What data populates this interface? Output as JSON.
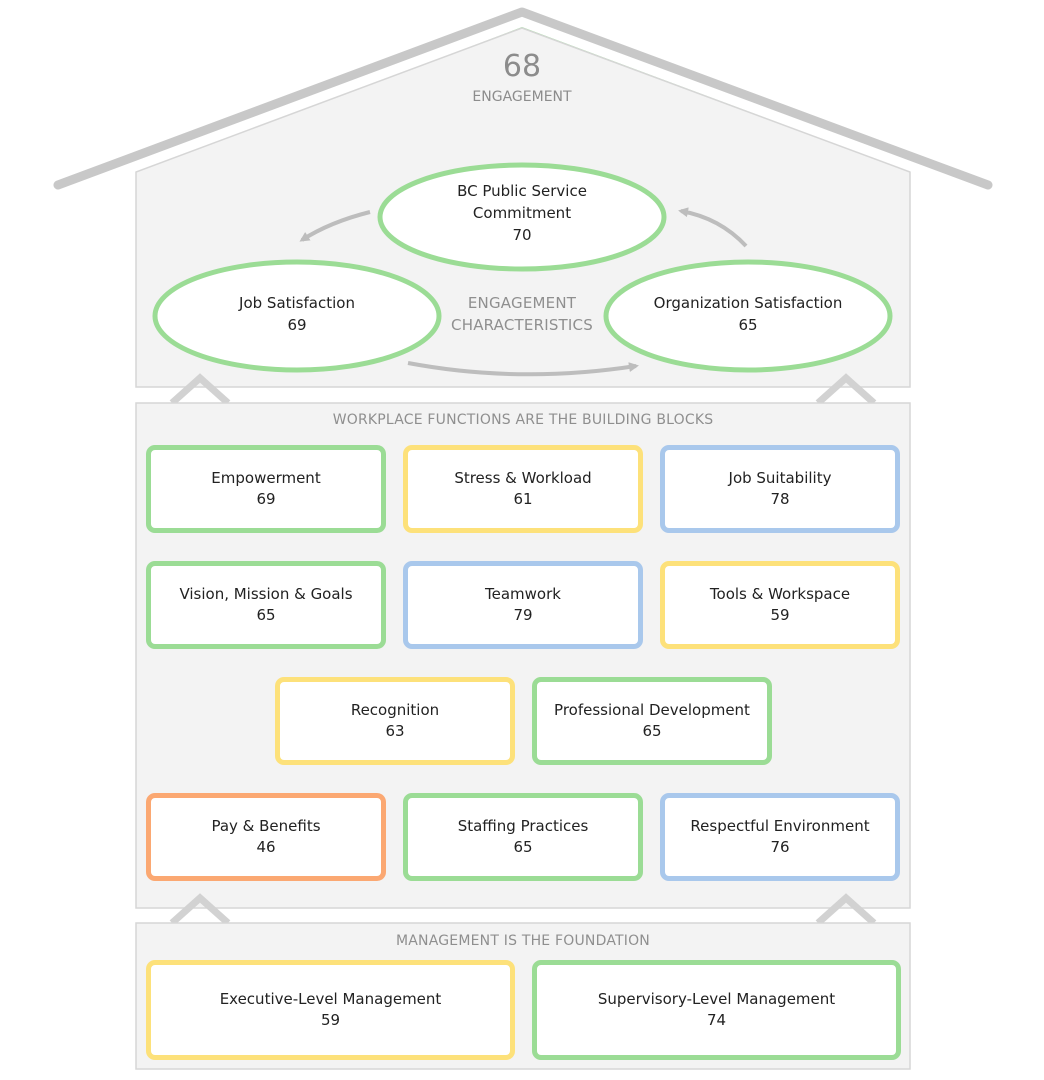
{
  "engagement": {
    "score": "68",
    "label": "ENGAGEMENT"
  },
  "characteristics": {
    "center_label_line1": "ENGAGEMENT",
    "center_label_line2": "CHARACTERISTICS",
    "commitment": {
      "label_line1": "BC Public Service",
      "label_line2": "Commitment",
      "score": "70"
    },
    "job_satisfaction": {
      "label": "Job Satisfaction",
      "score": "69"
    },
    "organization_satisfaction": {
      "label": "Organization Satisfaction",
      "score": "65"
    }
  },
  "workplace": {
    "heading": "WORKPLACE FUNCTIONS ARE THE BUILDING BLOCKS",
    "blocks": [
      {
        "label": "Empowerment",
        "score": "69",
        "color": "#9bdc95"
      },
      {
        "label": "Stress & Workload",
        "score": "61",
        "color": "#fde17a"
      },
      {
        "label": "Job Suitability",
        "score": "78",
        "color": "#a9c8ec"
      },
      {
        "label": "Vision, Mission & Goals",
        "score": "65",
        "color": "#9bdc95"
      },
      {
        "label": "Teamwork",
        "score": "79",
        "color": "#a9c8ec"
      },
      {
        "label": "Tools & Workspace",
        "score": "59",
        "color": "#fde17a"
      },
      {
        "label": "Recognition",
        "score": "63",
        "color": "#fde17a"
      },
      {
        "label": "Professional Development",
        "score": "65",
        "color": "#9bdc95"
      },
      {
        "label": "Pay & Benefits",
        "score": "46",
        "color": "#fba872"
      },
      {
        "label": "Staffing Practices",
        "score": "65",
        "color": "#9bdc95"
      },
      {
        "label": "Respectful Environment",
        "score": "76",
        "color": "#a9c8ec"
      }
    ]
  },
  "management": {
    "heading": "MANAGEMENT IS THE FOUNDATION",
    "blocks": [
      {
        "label": "Executive-Level Management",
        "score": "59",
        "color": "#fde17a"
      },
      {
        "label": "Supervisory-Level Management",
        "score": "74",
        "color": "#9bdc95"
      }
    ]
  },
  "colors": {
    "roof_stroke": "#c8c8c8",
    "roof_fill": "#9bdf97",
    "panel_fill": "#f3f3f3",
    "panel_stroke": "#d6d6d6",
    "ellipse_stroke": "#9bdc95",
    "arrow": "#bdbdbd"
  }
}
